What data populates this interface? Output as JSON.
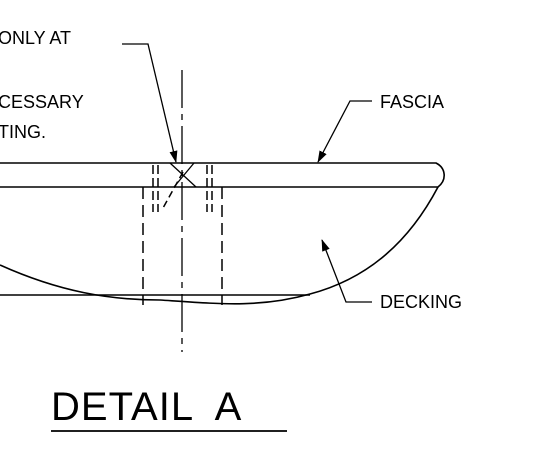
{
  "notes": {
    "line1": "ONLY AT",
    "line2": "CESSARY",
    "line3": "TING."
  },
  "labels": {
    "fascia": "FASCIA",
    "decking": "DECKING"
  },
  "title": "DETAIL  A"
}
